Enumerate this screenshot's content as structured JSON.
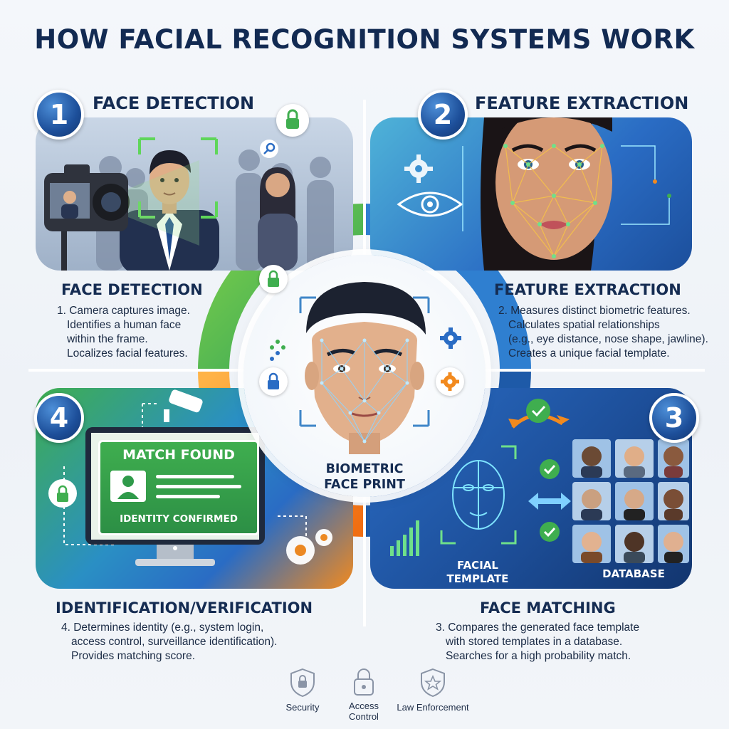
{
  "title": "HOW FACIAL RECOGNITION SYSTEMS WORK",
  "center": {
    "label_line1": "BIOMETRIC",
    "label_line2": "FACE PRINT"
  },
  "steps": [
    {
      "number": "1",
      "badge_title": "FACE DETECTION",
      "heading": "FACE DETECTION",
      "lines": [
        "1. Camera captures image.",
        "Identifies a human face",
        "within the frame.",
        "Localizes facial features."
      ]
    },
    {
      "number": "2",
      "badge_title": "FEATURE EXTRACTION",
      "heading": "FEATURE EXTRACTION",
      "lines": [
        "2. Measures distinct biometric features.",
        "Calculates spatial relationships",
        "(e.g., eye distance, nose shape, jawline).",
        "Creates a unique facial template."
      ]
    },
    {
      "number": "3",
      "heading": "FACE MATCHING",
      "lines": [
        "3. Compares the generated face template",
        "with stored templates in a database.",
        "Searches for a high probability match."
      ],
      "template_label_line1": "FACIAL",
      "template_label_line2": "TEMPLATE",
      "database_label": "DATABASE"
    },
    {
      "number": "4",
      "heading": "IDENTIFICATION/VERIFICATION",
      "lines": [
        "4. Determines identity (e.g., system login,",
        "access control, surveillance identification).",
        "Provides matching score."
      ],
      "screen_title": "MATCH FOUND",
      "screen_subtitle": "IDENTITY CONFIRMED"
    }
  ],
  "footer": [
    {
      "label_line1": "Security",
      "label_line2": "",
      "icon": "shield-lock-icon"
    },
    {
      "label_line1": "Access",
      "label_line2": "Control",
      "icon": "padlock-icon"
    },
    {
      "label_line1": "Law Enforcement",
      "label_line2": "",
      "icon": "badge-star-icon"
    }
  ],
  "colors": {
    "navy": "#16284a",
    "accent_blue": "#2a6cc4",
    "accent_green": "#3fae4f",
    "accent_orange": "#f28a1e",
    "screen_green": "#2f9a4a"
  }
}
